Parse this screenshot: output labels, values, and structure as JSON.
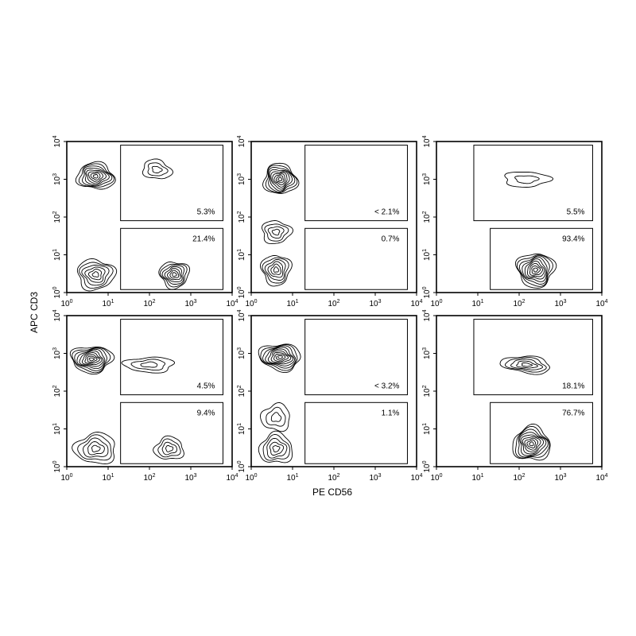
{
  "chart_data": {
    "type": "contour",
    "xlabel": "PE CD56",
    "ylabel": "APC CD3",
    "x_scale": "log",
    "y_scale": "log",
    "xlim": [
      1,
      10000
    ],
    "ylim": [
      1,
      10000
    ],
    "tick_values": [
      1,
      10,
      100,
      1000,
      10000
    ],
    "tick_labels": [
      {
        "base": "10",
        "exp": "0"
      },
      {
        "base": "10",
        "exp": "1"
      },
      {
        "base": "10",
        "exp": "2"
      },
      {
        "base": "10",
        "exp": "3"
      },
      {
        "base": "10",
        "exp": "4"
      }
    ],
    "panels": [
      {
        "gates": [
          {
            "name": "upper",
            "x": [
              20,
              6000
            ],
            "y": [
              80,
              8000
            ],
            "label": "5.3%"
          },
          {
            "name": "lower",
            "x": [
              20,
              6000
            ],
            "y": [
              1.2,
              50
            ],
            "label": "21.4%"
          }
        ],
        "populations": [
          {
            "cx": 5,
            "cy": 1200,
            "sx": 0.45,
            "sy": 0.35,
            "rot": 0.1,
            "levels": 8
          },
          {
            "cx": 150,
            "cy": 1800,
            "sx": 0.35,
            "sy": 0.25,
            "rot": 0.2,
            "levels": 3
          },
          {
            "cx": 5,
            "cy": 3,
            "sx": 0.45,
            "sy": 0.4,
            "rot": 0,
            "levels": 6
          },
          {
            "cx": 400,
            "cy": 3,
            "sx": 0.35,
            "sy": 0.35,
            "rot": 0,
            "levels": 7
          }
        ]
      },
      {
        "gates": [
          {
            "name": "upper",
            "x": [
              20,
              6000
            ],
            "y": [
              80,
              8000
            ],
            "label": "< 2.1%"
          },
          {
            "name": "lower",
            "x": [
              20,
              6000
            ],
            "y": [
              1.2,
              50
            ],
            "label": "0.7%"
          }
        ],
        "populations": [
          {
            "cx": 5,
            "cy": 1000,
            "sx": 0.4,
            "sy": 0.4,
            "rot": 0.2,
            "levels": 9
          },
          {
            "cx": 4,
            "cy": 40,
            "sx": 0.35,
            "sy": 0.3,
            "rot": 0,
            "levels": 4
          },
          {
            "cx": 4,
            "cy": 4,
            "sx": 0.35,
            "sy": 0.4,
            "rot": 0,
            "levels": 6
          }
        ]
      },
      {
        "gates": [
          {
            "name": "upper",
            "x": [
              8,
              6000
            ],
            "y": [
              80,
              8000
            ],
            "label": "5.5%"
          },
          {
            "name": "lower",
            "x": [
              20,
              6000
            ],
            "y": [
              1.2,
              50
            ],
            "label": "93.4%"
          }
        ],
        "populations": [
          {
            "cx": 150,
            "cy": 1000,
            "sx": 0.55,
            "sy": 0.2,
            "rot": 0,
            "levels": 2
          },
          {
            "cx": 250,
            "cy": 4,
            "sx": 0.45,
            "sy": 0.45,
            "rot": 0,
            "levels": 9
          }
        ]
      },
      {
        "gates": [
          {
            "name": "upper",
            "x": [
              20,
              6000
            ],
            "y": [
              80,
              8000
            ],
            "label": "4.5%"
          },
          {
            "name": "lower",
            "x": [
              20,
              6000
            ],
            "y": [
              1.2,
              50
            ],
            "label": "9.4%"
          }
        ],
        "populations": [
          {
            "cx": 4,
            "cy": 700,
            "sx": 0.5,
            "sy": 0.35,
            "rot": 0,
            "levels": 9
          },
          {
            "cx": 100,
            "cy": 500,
            "sx": 0.6,
            "sy": 0.2,
            "rot": 0,
            "levels": 3
          },
          {
            "cx": 5,
            "cy": 3,
            "sx": 0.5,
            "sy": 0.4,
            "rot": 0,
            "levels": 5
          },
          {
            "cx": 300,
            "cy": 3,
            "sx": 0.35,
            "sy": 0.3,
            "rot": 0,
            "levels": 4
          }
        ]
      },
      {
        "gates": [
          {
            "name": "upper",
            "x": [
              20,
              6000
            ],
            "y": [
              80,
              8000
            ],
            "label": "< 3.2%"
          },
          {
            "name": "lower",
            "x": [
              20,
              6000
            ],
            "y": [
              1.2,
              50
            ],
            "label": "1.1%"
          }
        ],
        "populations": [
          {
            "cx": 5,
            "cy": 800,
            "sx": 0.5,
            "sy": 0.35,
            "rot": 0.1,
            "levels": 9
          },
          {
            "cx": 4,
            "cy": 20,
            "sx": 0.35,
            "sy": 0.35,
            "rot": 0,
            "levels": 3
          },
          {
            "cx": 4,
            "cy": 3,
            "sx": 0.4,
            "sy": 0.4,
            "rot": 0,
            "levels": 5
          }
        ]
      },
      {
        "gates": [
          {
            "name": "upper",
            "x": [
              8,
              6000
            ],
            "y": [
              80,
              8000
            ],
            "label": "18.1%"
          },
          {
            "name": "lower",
            "x": [
              20,
              6000
            ],
            "y": [
              1.2,
              50
            ],
            "label": "76.7%"
          }
        ],
        "populations": [
          {
            "cx": 150,
            "cy": 500,
            "sx": 0.6,
            "sy": 0.22,
            "rot": 0.1,
            "levels": 5
          },
          {
            "cx": 200,
            "cy": 4,
            "sx": 0.45,
            "sy": 0.45,
            "rot": 0,
            "levels": 9
          }
        ]
      }
    ]
  }
}
